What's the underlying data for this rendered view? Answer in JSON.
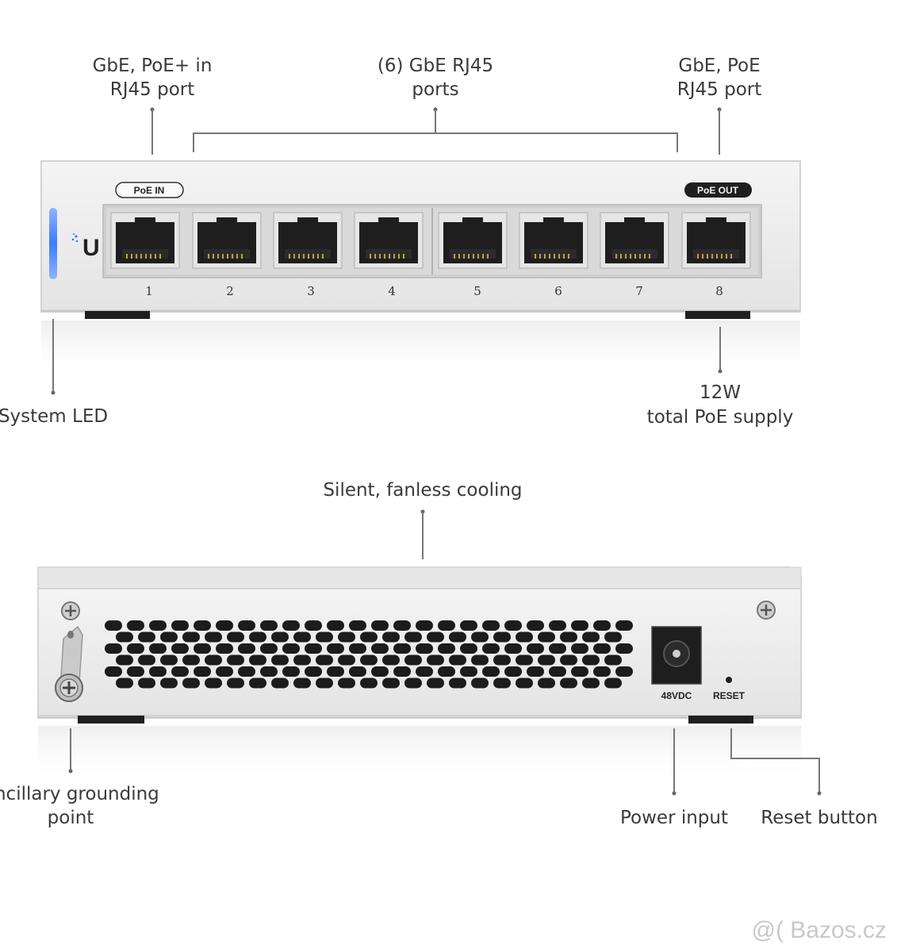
{
  "front_panel": {
    "callouts": {
      "poe_in_port": [
        "GbE, PoE+ in",
        "RJ45 port"
      ],
      "gbe_ports": [
        "(6) GbE RJ45",
        "ports"
      ],
      "poe_out_port": [
        "GbE, PoE",
        "RJ45 port"
      ],
      "system_led": "System LED",
      "poe_supply": [
        "12W",
        "total PoE supply"
      ]
    },
    "badges": {
      "poe_in": "PoE IN",
      "poe_out": "PoE OUT"
    },
    "logo": "U",
    "port_numbers": [
      "1",
      "2",
      "3",
      "4",
      "5",
      "6",
      "7",
      "8"
    ]
  },
  "rear_panel": {
    "callouts": {
      "cooling": "Silent, fanless cooling",
      "grounding": [
        "Ancillary grounding",
        "point"
      ],
      "power_input": "Power input",
      "reset_button": "Reset button"
    },
    "labels": {
      "power": "48VDC",
      "reset": "RESET"
    }
  },
  "watermark": "@( Bazos.cz",
  "colors": {
    "led": "#3d7bff",
    "chassis": "#eeeeee",
    "port_housing": "#c8c8c8",
    "dark": "#222222"
  }
}
